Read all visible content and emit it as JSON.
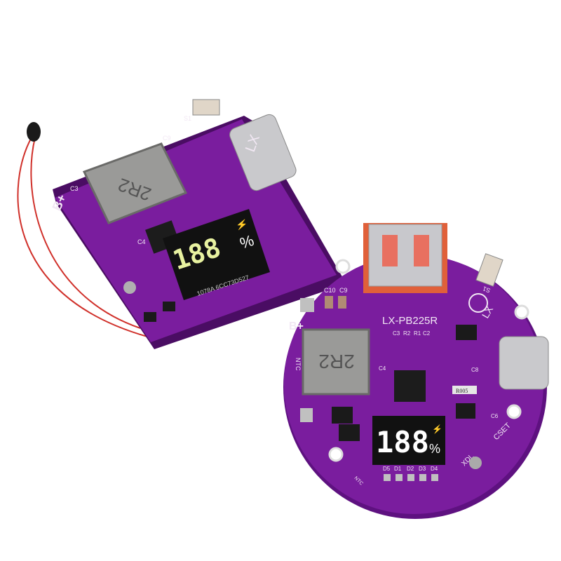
{
  "colors": {
    "pcb": "#7a1d9e",
    "pcb_dark": "#5e1180",
    "inductor": "#9a9a98",
    "display_bg": "#111111",
    "display_digits_left": "#e8f2a0",
    "display_digits_right": "#ffffff",
    "usb_a_housing": "#e0603a",
    "wire": "#d0302a"
  },
  "left_board": {
    "brand": "LX",
    "inductor_marking": "2R2",
    "battery_label": "B+",
    "display_digits": "188",
    "display_unit": "%",
    "display_sticker": "1078A 6CC73D527",
    "switch_label": "S1",
    "cap_labels": [
      "C3",
      "C4",
      "C9"
    ],
    "icons": [
      "ntc-thermistor-icon",
      "usb-c-port-icon",
      "bolt-icon"
    ]
  },
  "right_board": {
    "model": "LX-PB225R",
    "brand": "LX",
    "inductor_marking": "2R2",
    "battery_label": "B+",
    "ntc_label": "NTC",
    "cap_top": [
      "C10",
      "C9"
    ],
    "parts_row": [
      "C3",
      "R2",
      "R1",
      "C2"
    ],
    "cap_labels": [
      "C4",
      "C8",
      "C6"
    ],
    "resistor_marking": "R005",
    "cset_label": "CSET",
    "xdl_label": "XDL",
    "switch_label": "S1",
    "led_labels": [
      "D5",
      "D1",
      "D2",
      "D3",
      "D4"
    ],
    "display_digits": "188",
    "display_unit": "%",
    "icons": [
      "usb-a-port-icon",
      "usb-c-port-icon",
      "bolt-icon",
      "logo-icon"
    ]
  }
}
